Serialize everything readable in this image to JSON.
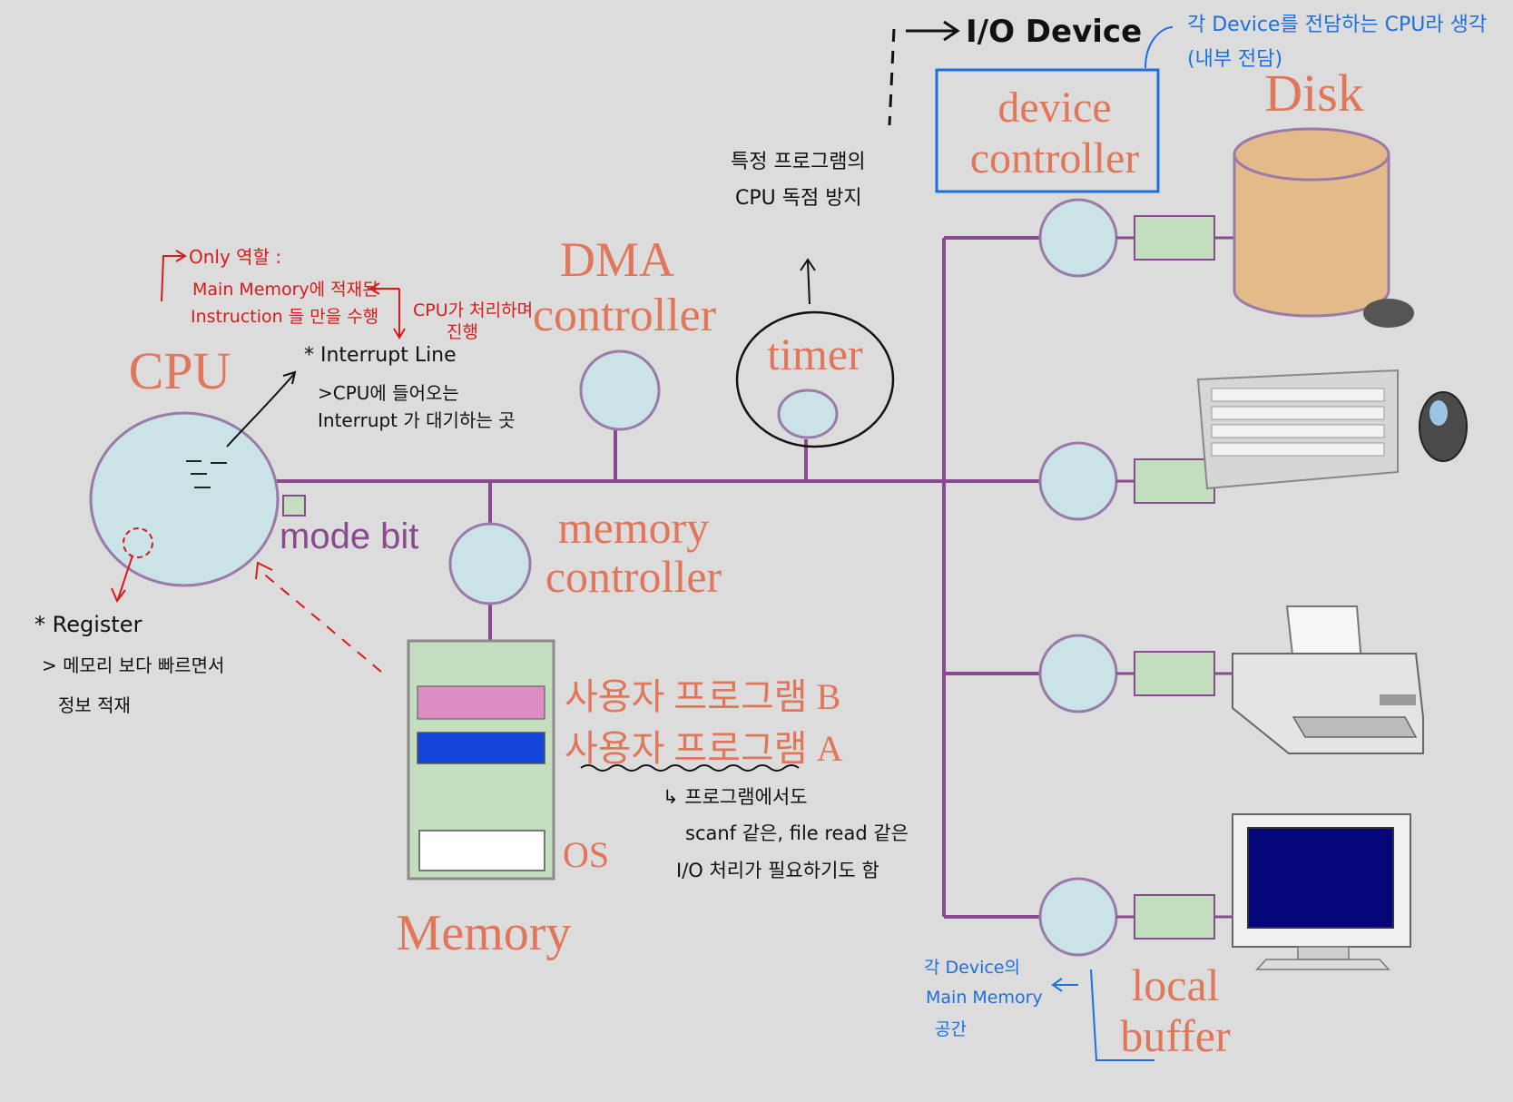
{
  "diagram": {
    "cpu": {
      "label": "CPU",
      "mode_bit": "mode bit"
    },
    "dma": {
      "line1": "DMA",
      "line2": "controller"
    },
    "timer": {
      "label": "timer"
    },
    "memory_controller": {
      "line1": "memory",
      "line2": "controller"
    },
    "memory": {
      "label": "Memory",
      "program_b": "사용자 프로그램 B",
      "program_a": "사용자 프로그램 A",
      "os": "OS"
    },
    "device_controller": {
      "line1": "device",
      "line2": "controller"
    },
    "disk": {
      "label": "Disk"
    },
    "local_buffer": {
      "line1": "local",
      "line2": "buffer"
    }
  },
  "annotations": {
    "io_device": "I/O Device",
    "device_note": {
      "line1": "각 Device를 전담하는 CPU라 생각",
      "line2": "(내부 전담)"
    },
    "timer_note": {
      "line1": "특정 프로그램의",
      "line2": "CPU 독점 방지"
    },
    "cpu_role": {
      "line1": "Only 역할 :",
      "line2": "Main Memory에 적재된",
      "line3": "Instruction 들 만을 수행",
      "side1": "CPU가 처리하며",
      "side2": "진행"
    },
    "interrupt": {
      "line1": "* Interrupt Line",
      "line2": ">CPU에 들어오는",
      "line3": "Interrupt 가 대기하는 곳"
    },
    "register": {
      "line1": "* Register",
      "line2": "> 메모리 보다 빠르면서",
      "line3": "정보 적재"
    },
    "program_io": {
      "line1": "↳ 프로그램에서도",
      "line2": "scanf 같은, file read 같은",
      "line3": "I/O 처리가 필요하기도 함"
    },
    "local_buffer_note": {
      "line1": "각 Device의",
      "line2": "Main Memory",
      "line3": "공간"
    }
  },
  "colors": {
    "background": "#dcdcdc",
    "bus": "#8a4a8f",
    "node_fill": "#c9e3e6",
    "memory_fill": "#c4dfbf",
    "program_b": "#dd8cc4",
    "program_a": "#1144d8",
    "disk_fill": "#e3bb8a",
    "label_orange": "#e0765a",
    "note_red": "#d81a1a",
    "note_blue": "#1d6fe0"
  }
}
